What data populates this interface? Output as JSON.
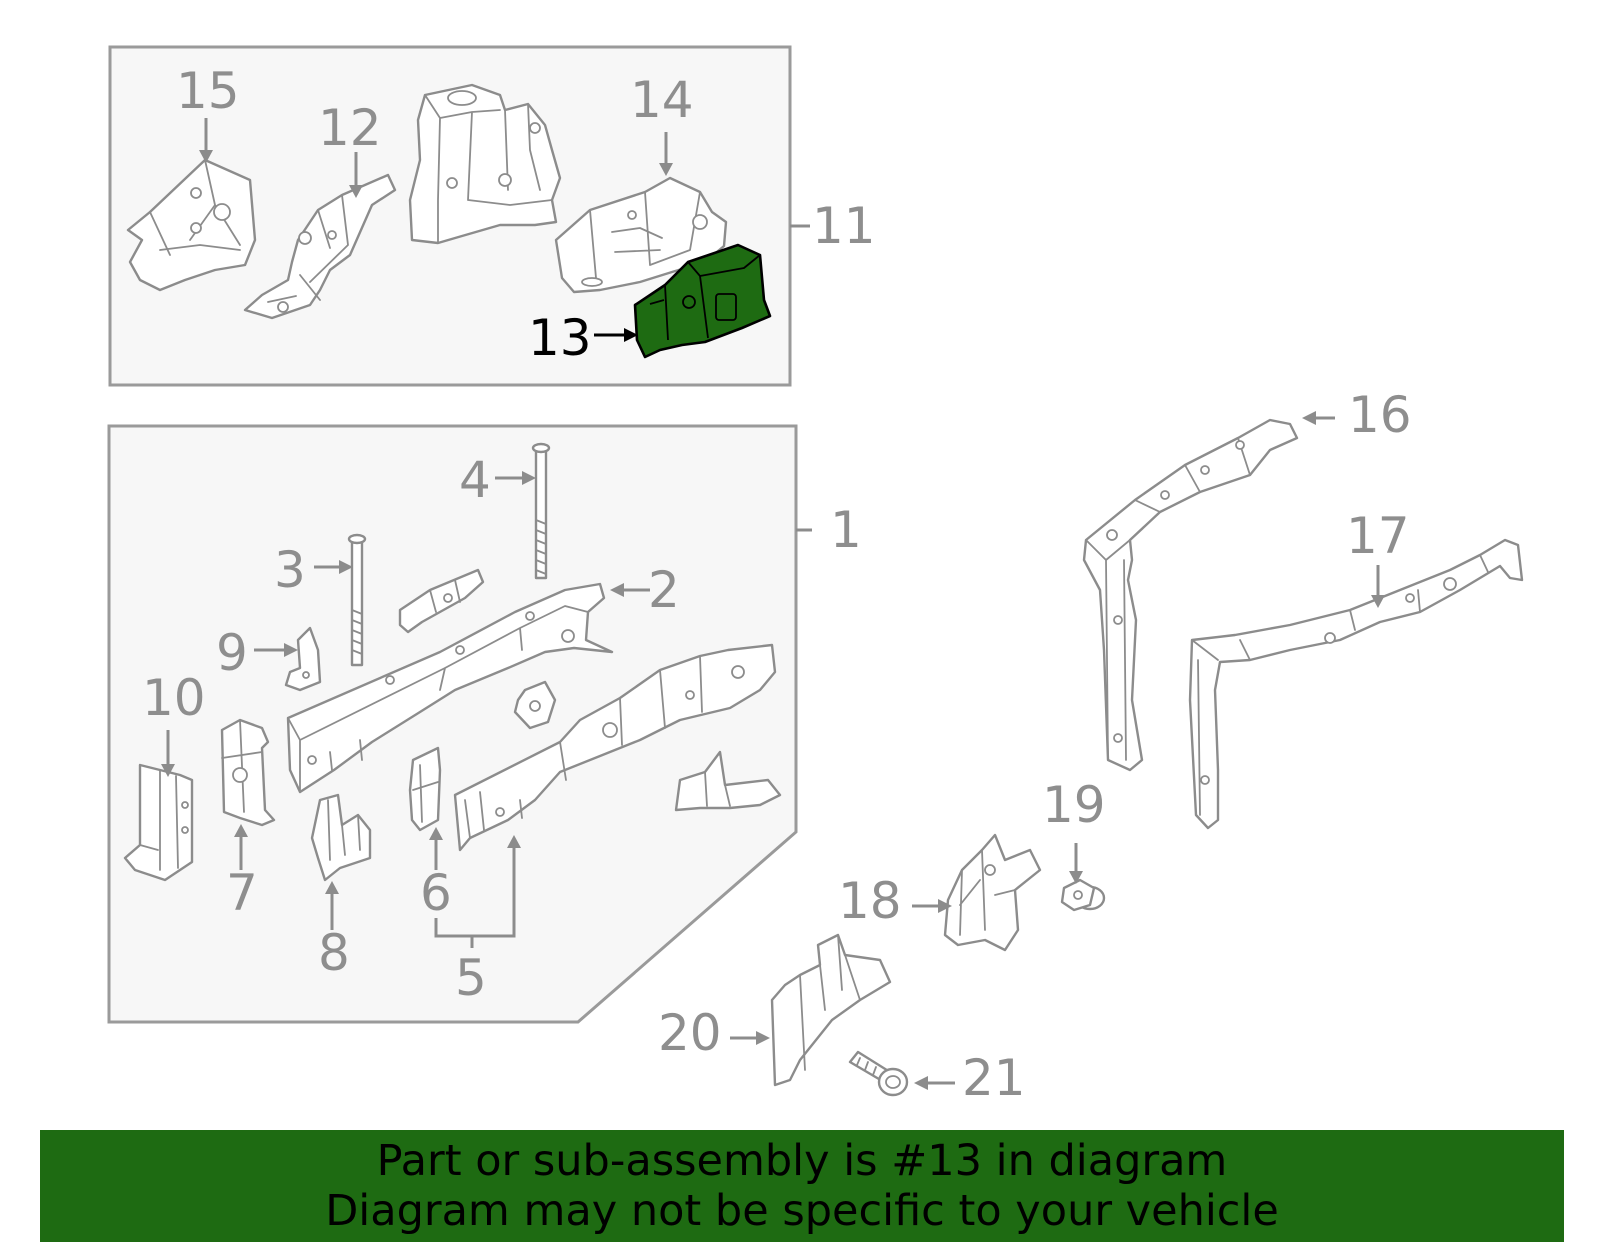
{
  "highlight_color": "#1e6b12",
  "highlighted_part": "13",
  "callouts": {
    "c1": "1",
    "c2": "2",
    "c3": "3",
    "c4": "4",
    "c5": "5",
    "c6": "6",
    "c7": "7",
    "c8": "8",
    "c9": "9",
    "c10": "10",
    "c11": "11",
    "c12": "12",
    "c13": "13",
    "c14": "14",
    "c15": "15",
    "c16": "16",
    "c17": "17",
    "c18": "18",
    "c19": "19",
    "c20": "20",
    "c21": "21"
  },
  "banner": {
    "line1": "Part or sub-assembly is #13 in diagram",
    "line2": "Diagram may not be specific to your vehicle"
  }
}
